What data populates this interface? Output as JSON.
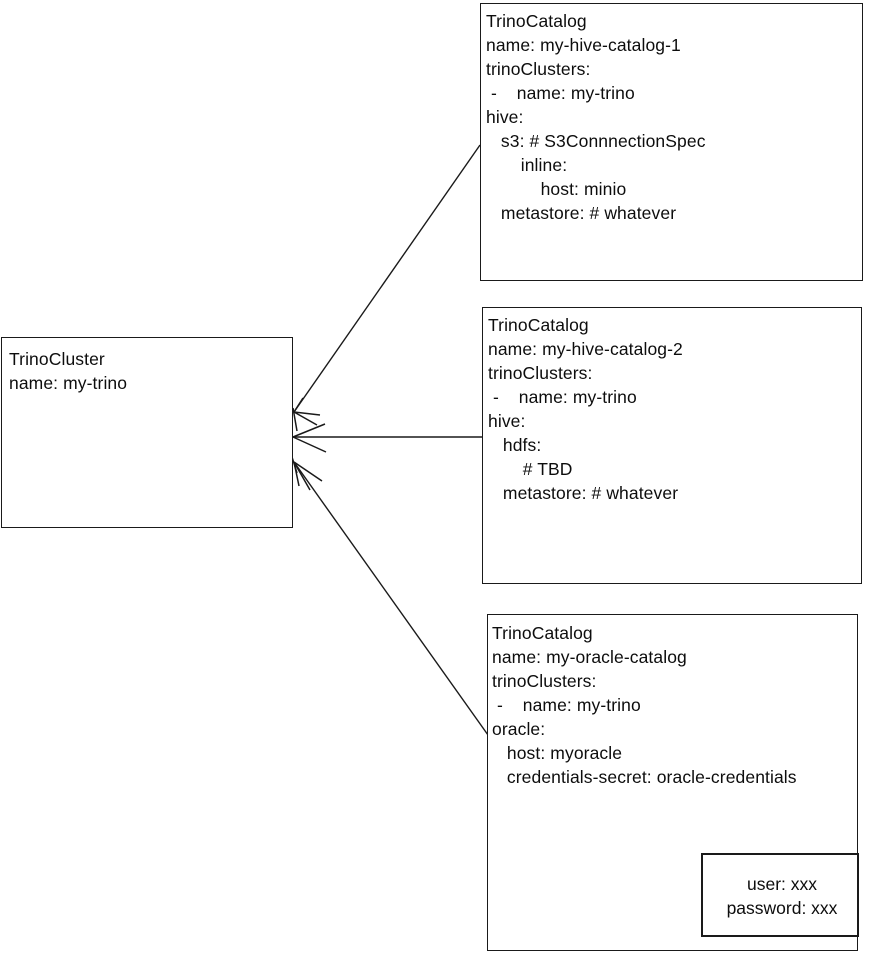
{
  "diagram": {
    "title": "Trino Cluster and Catalog relationship diagram",
    "background_color": "#ffffff",
    "line_color": "#1a1a1a",
    "text_color": "#0d0d0d"
  },
  "cluster_box": {
    "kind": "TrinoCluster",
    "text": "TrinoCluster\nname: my-trino"
  },
  "catalogs": [
    {
      "id": "hive-catalog-1",
      "kind": "TrinoCatalog",
      "text": "TrinoCatalog\nname: my-hive-catalog-1\ntrinoClusters:\n -    name: my-trino\nhive:\n   s3: # S3ConnnectionSpec\n       inline:\n           host: minio\n   metastore: # whatever"
    },
    {
      "id": "hive-catalog-2",
      "kind": "TrinoCatalog",
      "text": "TrinoCatalog\nname: my-hive-catalog-2\ntrinoClusters:\n -    name: my-trino\nhive:\n   hdfs:\n       # TBD\n   metastore: # whatever"
    },
    {
      "id": "oracle-catalog",
      "kind": "TrinoCatalog",
      "text": "TrinoCatalog\nname: my-oracle-catalog\ntrinoClusters:\n -    name: my-trino\noracle:\n   host: myoracle\n   credentials-secret: oracle-credentials"
    }
  ],
  "secret_box": {
    "id": "oracle-credentials-secret",
    "text": "user: xxx\npassword: xxx"
  },
  "edges": [
    {
      "id": "edge-hive-catalog-1-to-cluster",
      "from": "hive-catalog-1",
      "to": "cluster",
      "arrowhead": "at-cluster"
    },
    {
      "id": "edge-hive-catalog-2-to-cluster",
      "from": "hive-catalog-2",
      "to": "cluster",
      "arrowhead": "at-cluster"
    },
    {
      "id": "edge-oracle-catalog-to-cluster",
      "from": "oracle-catalog",
      "to": "cluster",
      "arrowhead": "at-cluster"
    },
    {
      "id": "edge-secret-reference",
      "from": "credentials-secret",
      "to": "oracle-credentials-secret",
      "arrowhead": "at-secret"
    }
  ]
}
